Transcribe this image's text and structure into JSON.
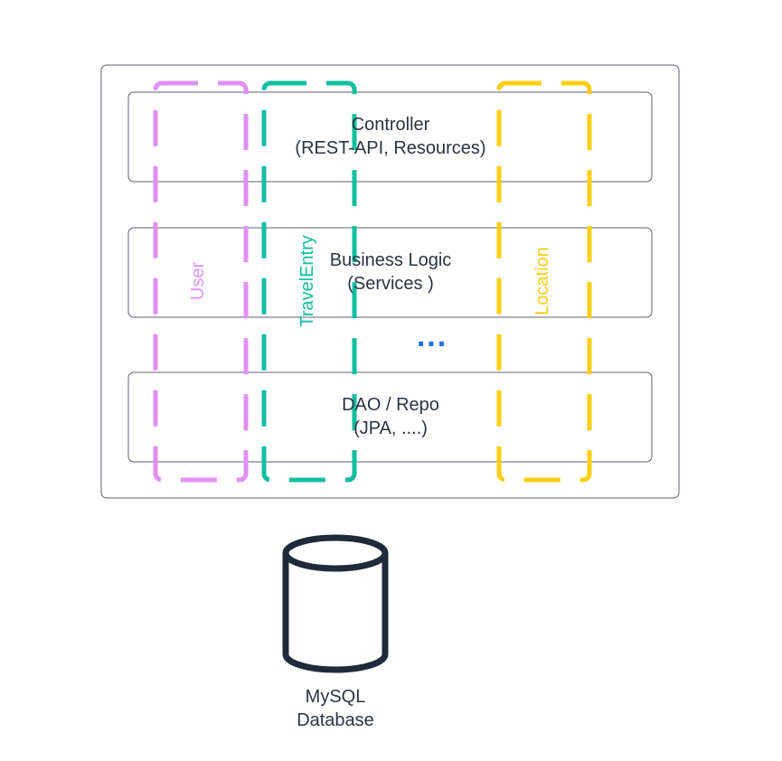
{
  "layers": [
    {
      "line1": "Controller",
      "line2": "(REST-API, Resources)"
    },
    {
      "line1": "Business Logic",
      "line2": "(Services )"
    },
    {
      "line1": "DAO / Repo",
      "line2": "(JPA, ....)"
    }
  ],
  "domains": [
    {
      "label": "User",
      "color": "#e18ff5"
    },
    {
      "label": "TravelEntry",
      "color": "#12bfa0"
    },
    {
      "label": "Location",
      "color": "#fcce14"
    }
  ],
  "ellipsis": {
    "text": "...",
    "color": "#1a73e8"
  },
  "database": {
    "line1": "MySQL",
    "line2": "Database",
    "color": "#1f2a3a"
  }
}
